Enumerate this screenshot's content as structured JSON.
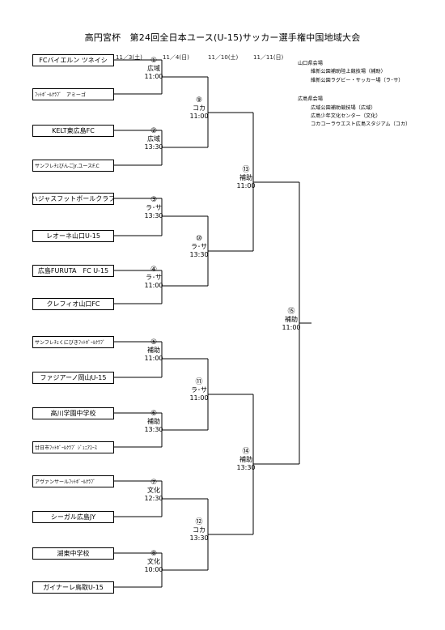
{
  "title": "高円宮杯　第24回全日本ユース(U-15)サッカー選手権中国地域大会",
  "dates": [
    "11／3(土)",
    "11／4(日)",
    "11／10(土)",
    "11／11(日)"
  ],
  "teams": [
    "FCバイエルン ツネイシ",
    "ﾌｯﾄﾎﾞｰﾙｸﾗﾌﾞ　アミーゴ",
    "KELT東広島FC",
    "サンフレﾁｪびんごJr.ユースF.C",
    "ハジャスフットボールクラブ",
    "レオーネ山口U-15",
    "広島FURUTA　FC U-15",
    "クレフィオ山口FC",
    "サンフレﾁｪくにびきﾌｯﾄﾎﾞｰﾙｸﾗﾌﾞ",
    "ファジアーノ岡山U-15",
    "高川学園中学校",
    "廿日市ﾌｯﾄﾎﾞｰﾙｸﾗﾌﾞ ｼﾞｭﾆｱﾕｰｽ",
    "アヴァンサールﾌｯﾄﾎﾞｰﾙｸﾗﾌﾞ",
    "シーガル広島JY",
    "湖東中学校",
    "ガイナーレ鳥取U-15"
  ],
  "matches": [
    {
      "num": "①",
      "venue": "広域",
      "time": "11:00"
    },
    {
      "num": "②",
      "venue": "広域",
      "time": "13:30"
    },
    {
      "num": "③",
      "venue": "ラ･サ",
      "time": "13:30"
    },
    {
      "num": "④",
      "venue": "ラ･サ",
      "time": "11:00"
    },
    {
      "num": "⑤",
      "venue": "補助",
      "time": "11:00"
    },
    {
      "num": "⑥",
      "venue": "補助",
      "time": "13:30"
    },
    {
      "num": "⑦",
      "venue": "文化",
      "time": "12:30"
    },
    {
      "num": "⑧",
      "venue": "文化",
      "time": "10:00"
    },
    {
      "num": "⑨",
      "venue": "コカ",
      "time": "11:00"
    },
    {
      "num": "⑩",
      "venue": "ラ･サ",
      "time": "13:30"
    },
    {
      "num": "⑪",
      "venue": "ラ･サ",
      "time": "11:00"
    },
    {
      "num": "⑫",
      "venue": "コカ",
      "time": "13:30"
    },
    {
      "num": "⑬",
      "venue": "補助",
      "time": "11:00"
    },
    {
      "num": "⑭",
      "venue": "補助",
      "time": "13:30"
    },
    {
      "num": "⑮",
      "venue": "補助",
      "time": "11:00"
    }
  ],
  "venues": {
    "yamaguchi": {
      "heading": "山口県会場",
      "items": [
        "維新公園補助陸上競技場（補助）",
        "維新公園ラグビー・サッカー場（ラ･サ）"
      ]
    },
    "hiroshima": {
      "heading": "広島県会場",
      "items": [
        "広域公園補助競技場（広域）",
        "広島少年文化センター（文化）",
        "コカコーラウエスト広島スタジアム（コカ）"
      ]
    }
  }
}
